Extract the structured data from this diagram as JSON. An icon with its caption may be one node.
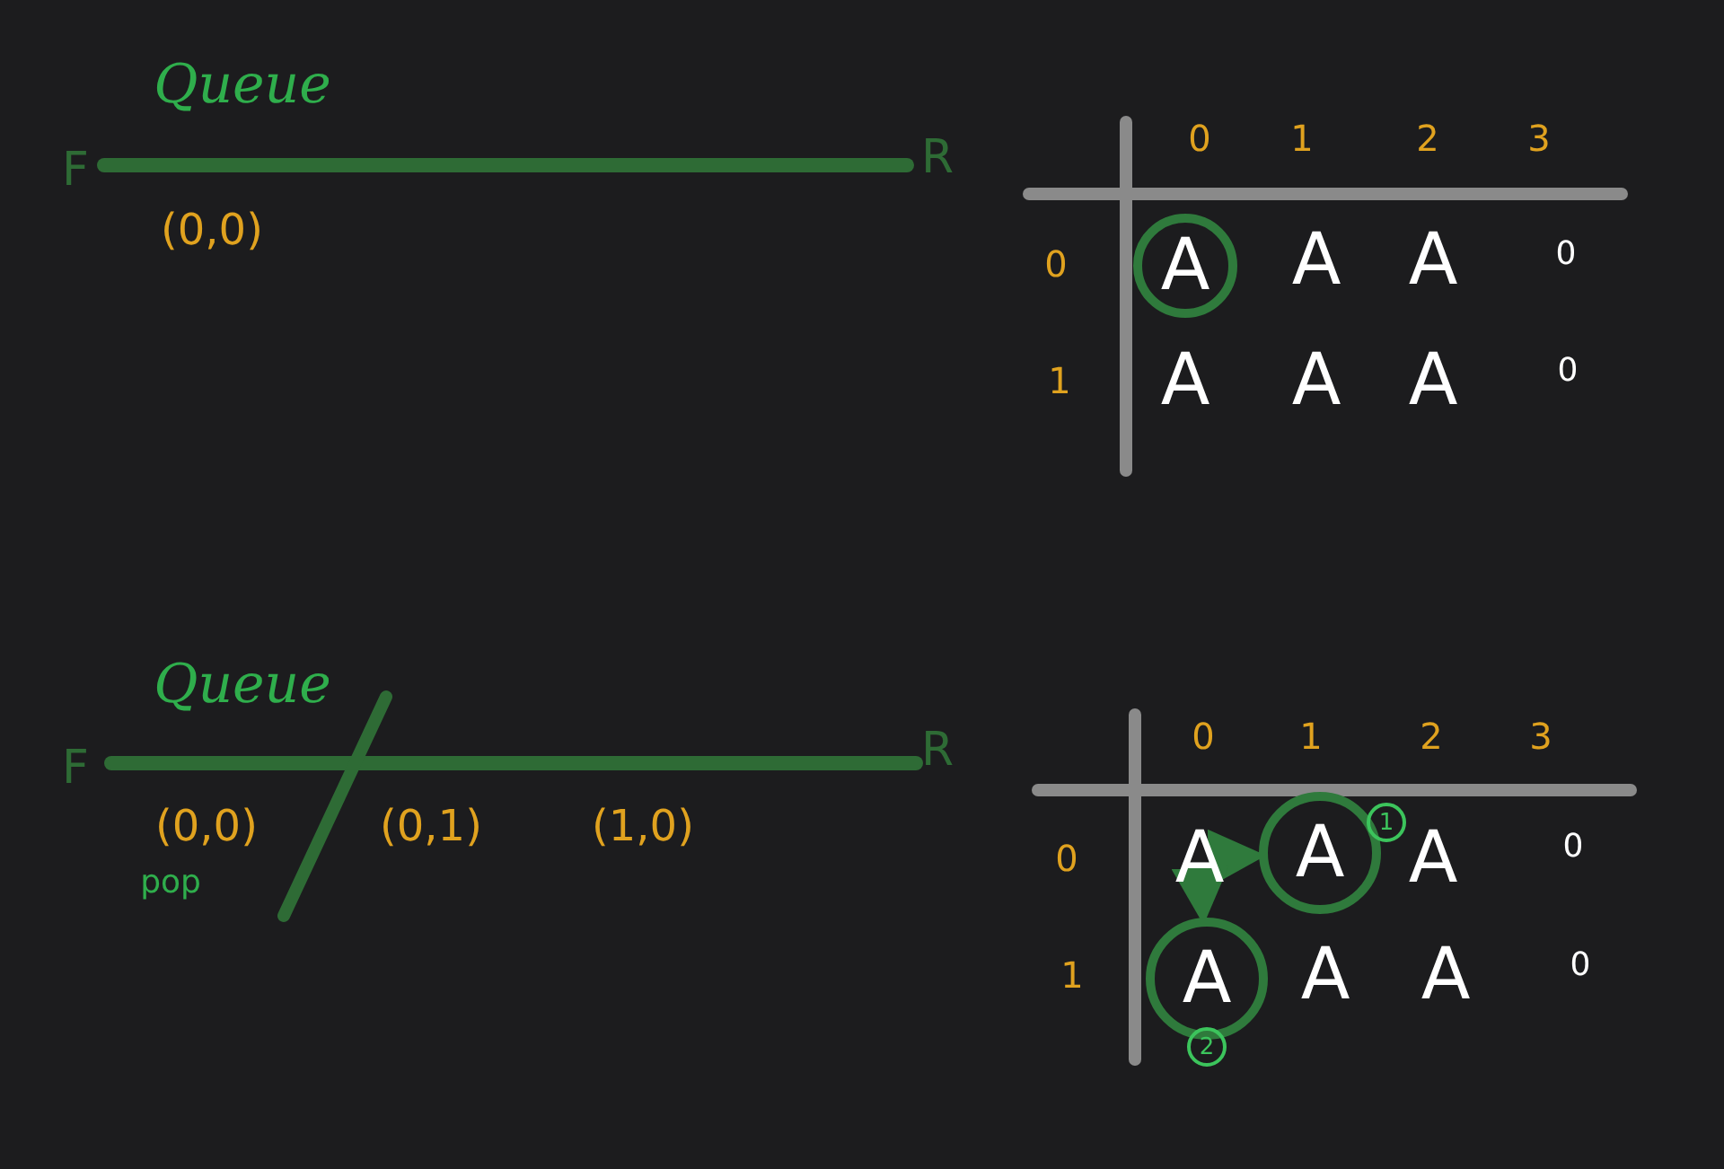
{
  "diagram": {
    "nodes": [
      {
        "text": [
          "A"
        ]
      },
      {
        "text": [
          "A"
        ]
      },
      {
        "text": [
          "A"
        ],
        "beside": [
          "1"
        ]
      },
      {
        "text": [
          "A"
        ],
        "beside": [
          "2"
        ]
      }
    ],
    "edges": [
      {
        "from": 1,
        "to": 2,
        "arrow": "to"
      },
      {
        "from": 1,
        "to": 3,
        "arrow": "to"
      }
    ],
    "labels": [
      "Queue",
      "F",
      "R",
      "(0,0)",
      "0",
      "1",
      "2",
      "3",
      "0",
      "A",
      "A",
      "0",
      "1",
      "A",
      "A",
      "A",
      "0",
      "Queue",
      "F",
      "R",
      "(0,0)",
      "(0,1)",
      "(1,0)",
      "pop",
      "0",
      "1",
      "2",
      "3",
      "0",
      "A",
      "0",
      "1",
      "A",
      "A",
      "0"
    ]
  }
}
